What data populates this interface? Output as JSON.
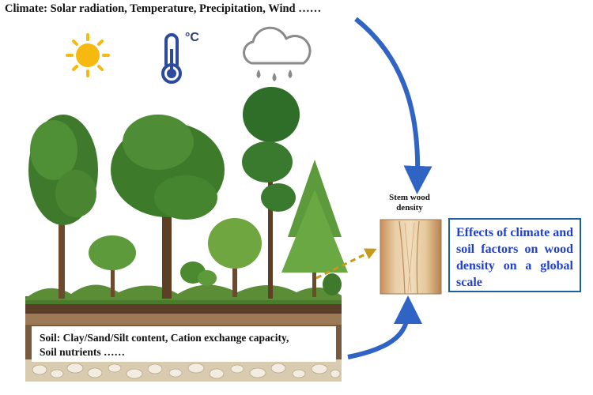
{
  "diagram": {
    "climate_title": "Climate: Solar radiation, Temperature, Precipitation, Wind ……",
    "celsius_label": "°C",
    "stem_label_line1": "Stem wood",
    "stem_label_line2": "density",
    "effects_text": "Effects of climate and soil factors on wood density on a global scale",
    "soil_line1": "Soil: Clay/Sand/Silt content, Cation exchange capacity,",
    "soil_line2": "Soil nutrients ……"
  },
  "colors": {
    "arrow_blue": "#2f63c4",
    "dashed_arrow": "#c99a1a",
    "box_border": "#1a5fa0",
    "box_text": "#1f3fd0",
    "sun": "#f6b90f",
    "thermometer": "#2c4a9e",
    "cloud": "#8a8a8a"
  },
  "icons": [
    "sun-icon",
    "thermometer-icon",
    "rain-cloud-icon"
  ]
}
